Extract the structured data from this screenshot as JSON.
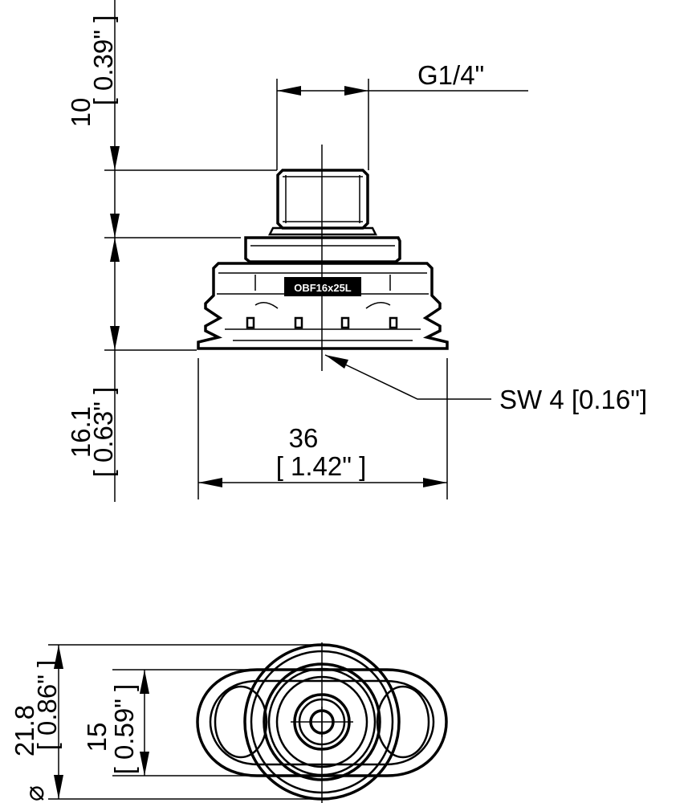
{
  "side_view": {
    "thread_label": "G1/4\"",
    "top_dim": {
      "metric": "10",
      "imperial": "[ 0.39\" ]"
    },
    "bottom_dim": {
      "metric": "16.1",
      "imperial": "[ 0.63\" ]"
    },
    "width_dim": {
      "metric": "36",
      "imperial": "[ 1.42\" ]"
    },
    "wrench_label": "SW 4 [0.16\"]",
    "part_marking": "OBF16x25L"
  },
  "top_view": {
    "outer_dim": {
      "metric": "21.8",
      "imperial": "[ 0.86\" ]",
      "symbol": "⌀"
    },
    "inner_dim": {
      "metric": "15",
      "imperial": "[ 0.59\" ]"
    }
  }
}
